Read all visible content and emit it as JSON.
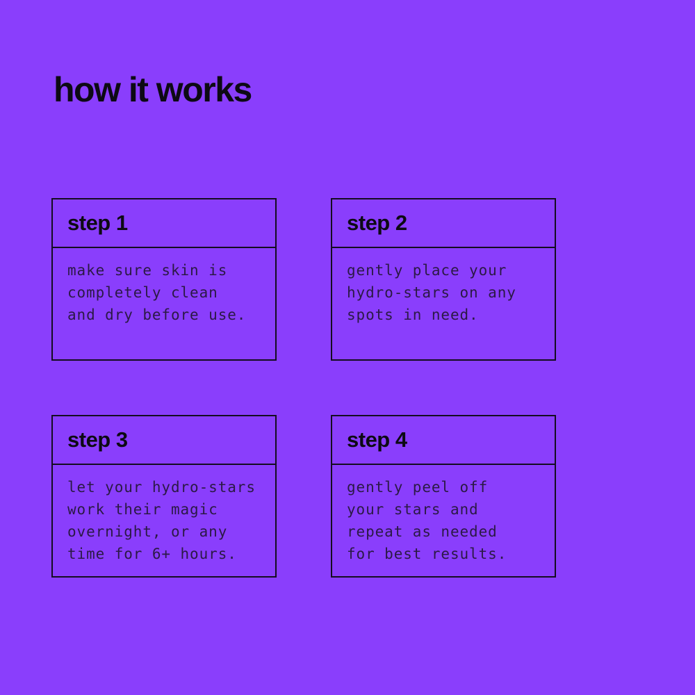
{
  "page": {
    "title": "how it works",
    "background_color": "#8A3EFC",
    "heading_color": "#0d0a14",
    "border_color": "#140c20",
    "body_text_color": "#2b1945"
  },
  "steps": [
    {
      "label": "step 1",
      "description": "make sure skin is\ncompletely clean\nand dry before use."
    },
    {
      "label": "step 2",
      "description": "gently place your\nhydro-stars on any\nspots in need."
    },
    {
      "label": "step 3",
      "description": "let your hydro-stars\nwork their magic\novernight, or any\ntime for 6+ hours."
    },
    {
      "label": "step 4",
      "description": "gently peel off\nyour stars and\nrepeat as needed\nfor best results."
    }
  ]
}
